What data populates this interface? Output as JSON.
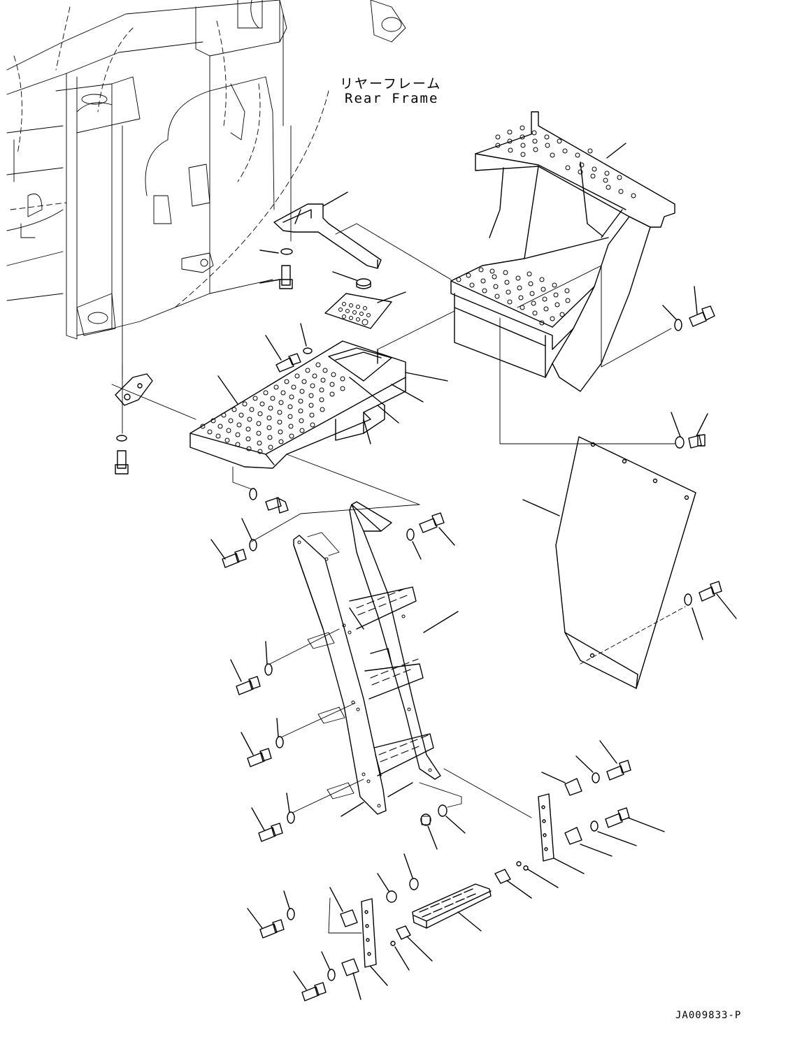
{
  "labels": {
    "rear_frame_jp": "リヤーフレーム",
    "rear_frame_en": "Rear Frame",
    "drawing_code": "JA009833-P"
  },
  "colors": {
    "line": "#000000",
    "background": "#ffffff"
  }
}
